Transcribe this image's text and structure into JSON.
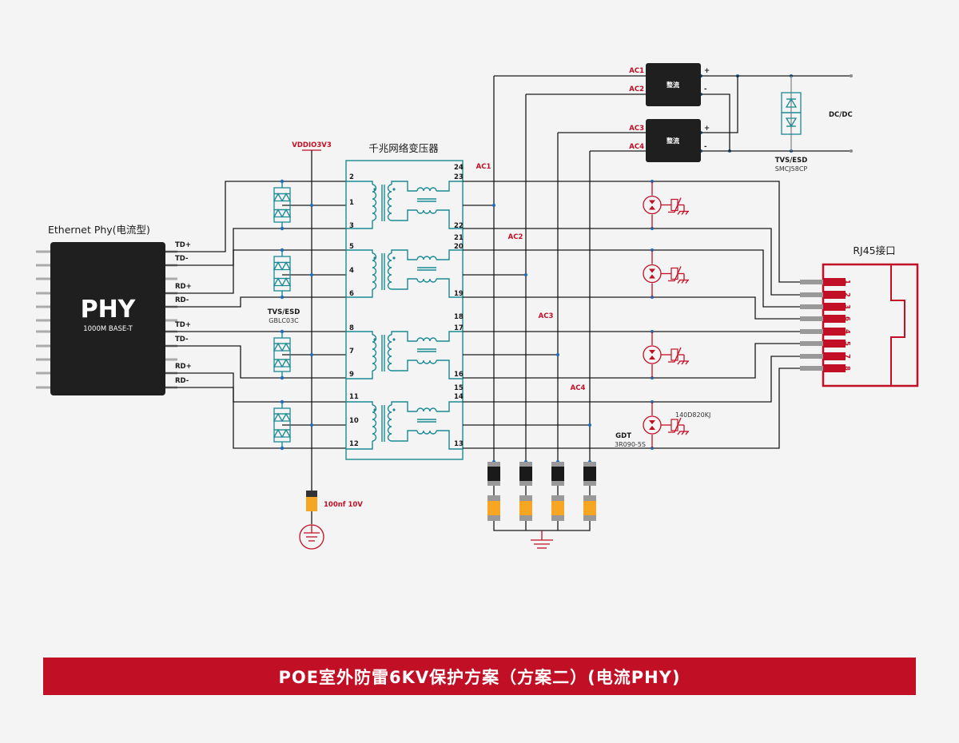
{
  "phy": {
    "caption": "Ethernet Phy(电流型)",
    "chip_label": "PHY",
    "chip_sub": "1000M BASE-T",
    "pins": [
      "TD+",
      "TD-",
      "RD+",
      "RD-",
      "TD+",
      "TD-",
      "RD+",
      "RD-"
    ]
  },
  "tvs_esd": {
    "label": "TVS/ESD",
    "part": "GBLC03C"
  },
  "vdd_label": "VDDIO3V3",
  "capacitor_label": "100nf 10V",
  "transformer": {
    "title": "千兆网络变压器",
    "left_pins": [
      "2",
      "1",
      "3",
      "5",
      "4",
      "6",
      "8",
      "7",
      "9",
      "11",
      "10",
      "12"
    ],
    "right_pins": [
      "24",
      "23",
      "22",
      "21",
      "20",
      "19",
      "18",
      "17",
      "16",
      "15",
      "14",
      "13"
    ]
  },
  "ac_labels": [
    "AC1",
    "AC2",
    "AC3",
    "AC4"
  ],
  "rectifier": {
    "label": "整流",
    "inputs_top": [
      "AC1",
      "AC2"
    ],
    "inputs_bottom": [
      "AC3",
      "AC4"
    ],
    "polarity": [
      "+",
      "-",
      "+",
      "-"
    ]
  },
  "tvs_dc": {
    "label": "TVS/ESD",
    "part": "SMCJ58CP"
  },
  "dcdc_label": "DC/DC",
  "gdt": {
    "label": "GDT",
    "part": "3R090-5S",
    "varistor": "140D820KJ"
  },
  "rj45": {
    "title": "RJ45接口",
    "pins": [
      "1",
      "2",
      "3",
      "6",
      "4",
      "5",
      "7",
      "8"
    ]
  },
  "banner": {
    "title": "POE室外防雷6KV保护方案（方案二）(电流PHY)"
  },
  "colors": {
    "accent": "#c10f25",
    "wire": "#1a1a1a",
    "teal": "#1a8a94",
    "junction": "#1a6fbf",
    "diode": "#f6a623"
  }
}
